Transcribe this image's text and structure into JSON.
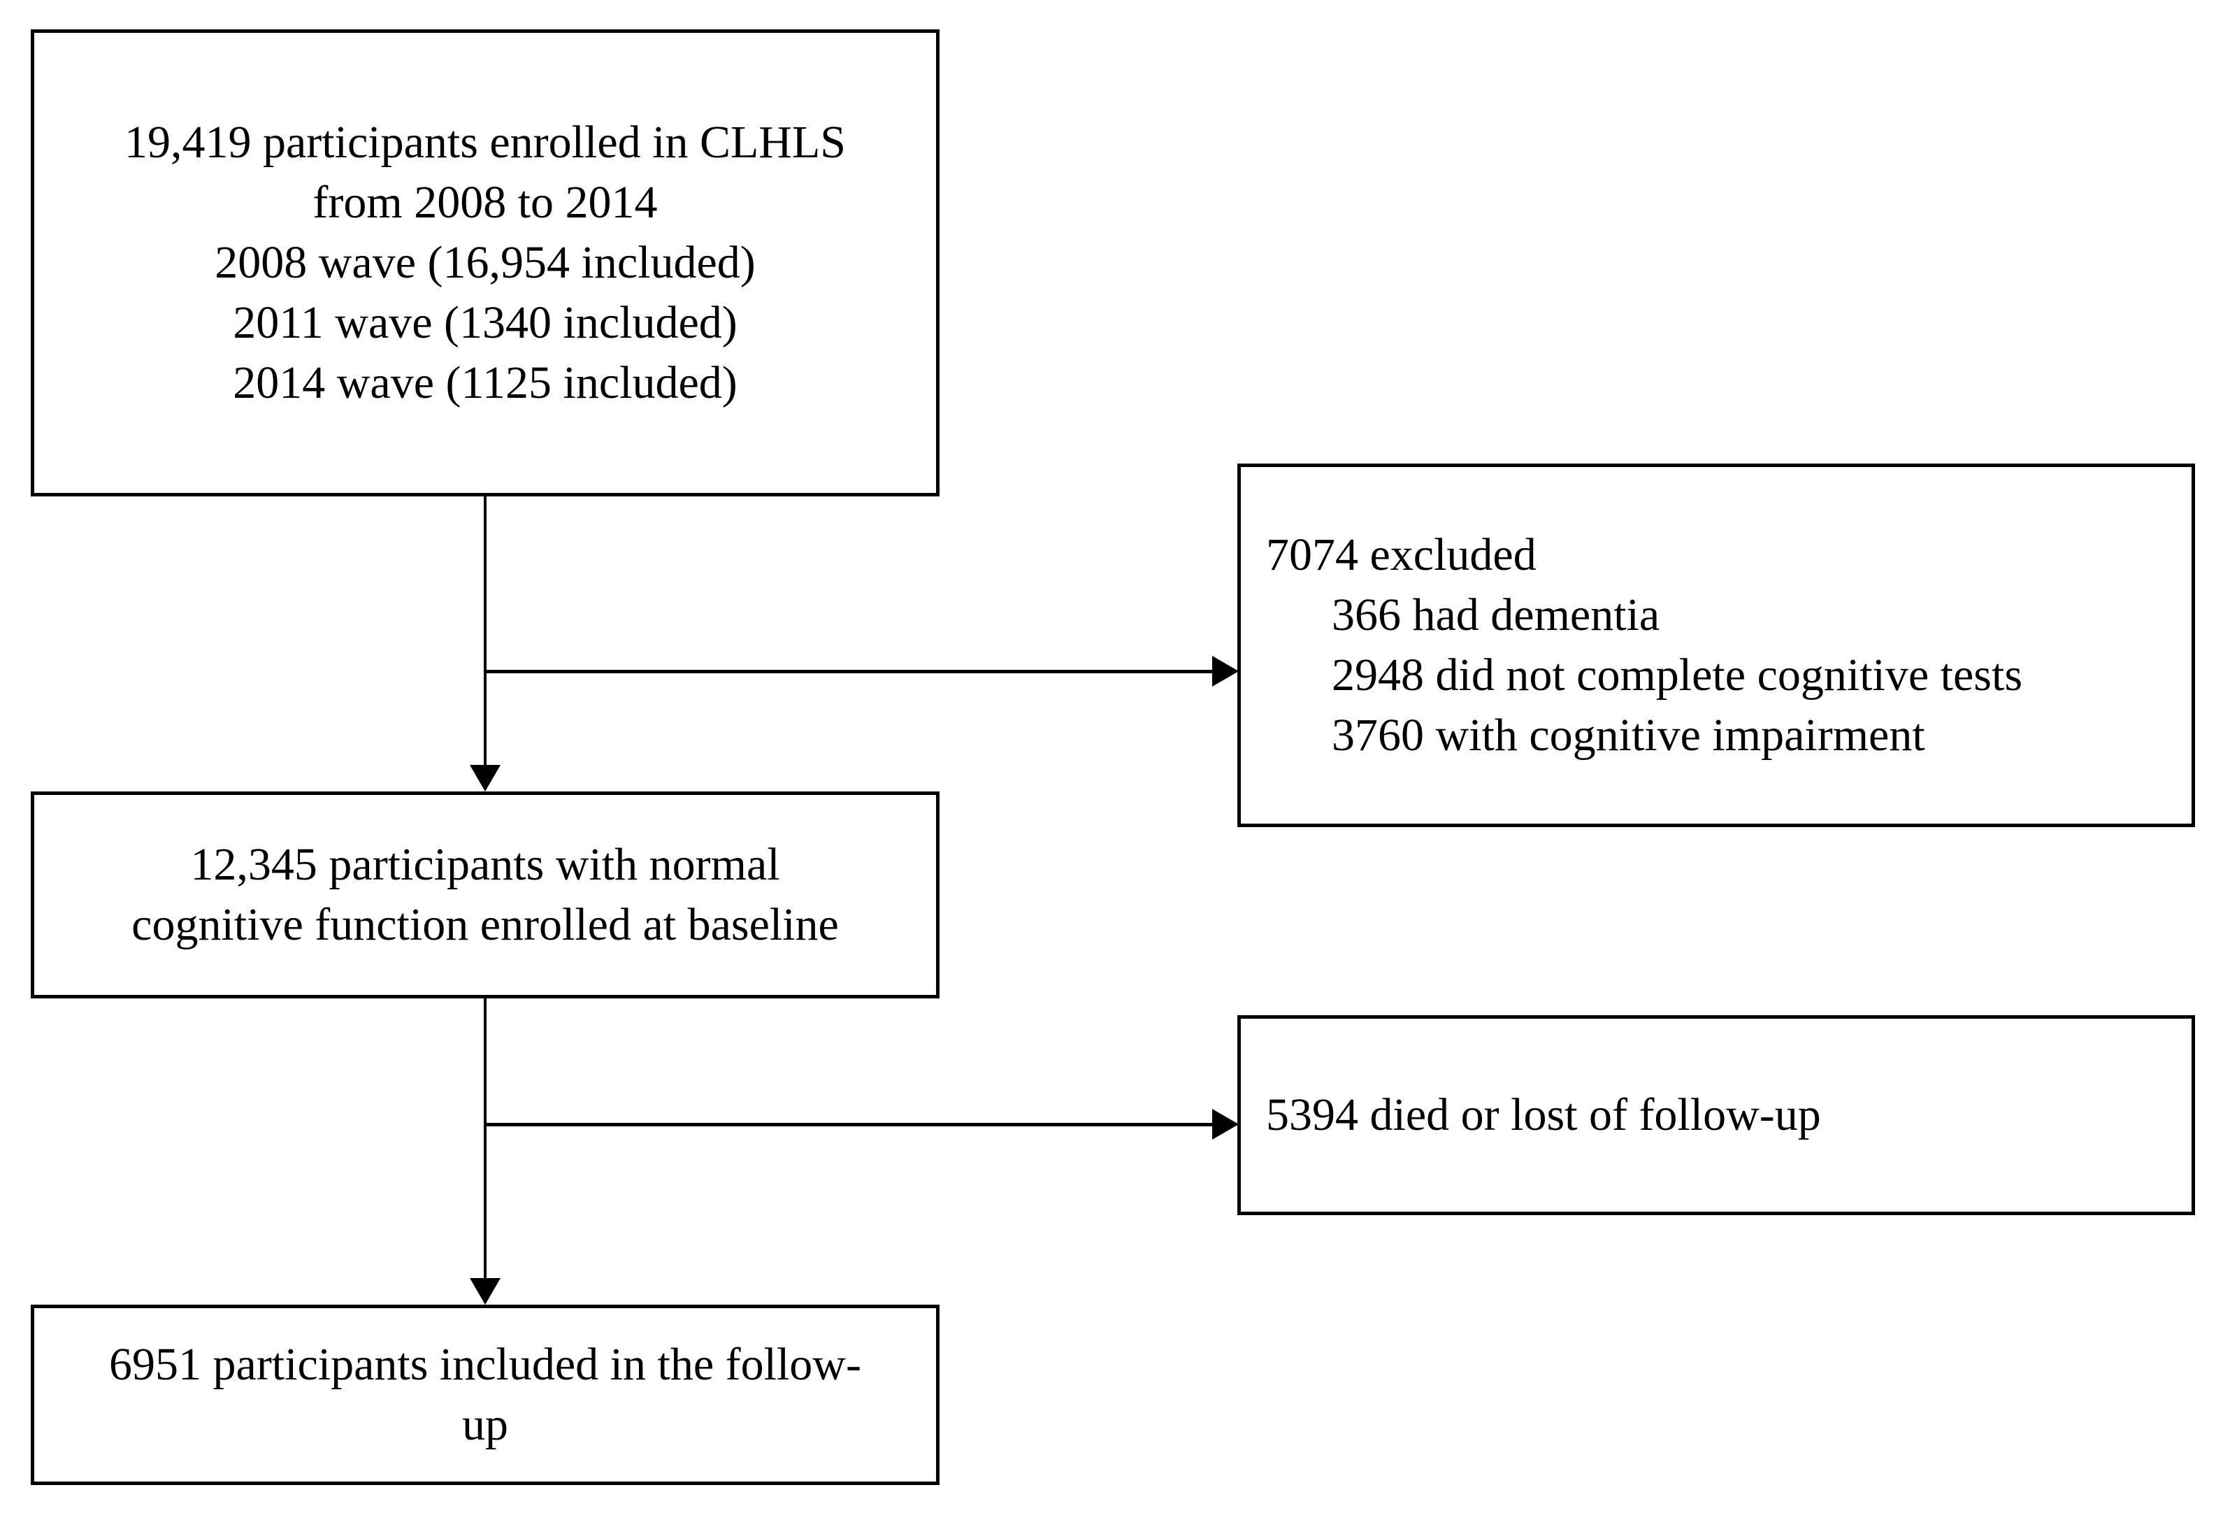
{
  "diagram": {
    "colors": {
      "background": "#ffffff",
      "box_border": "#000000",
      "text": "#000000",
      "connector": "#000000"
    },
    "boxes": {
      "enrolled": {
        "lines": [
          "19,419 participants enrolled in CLHLS",
          "from 2008 to 2014",
          "2008 wave (16,954 included)",
          "2011 wave (1340 included)",
          "2014 wave (1125 included)"
        ]
      },
      "excluded": {
        "lines": [
          "7074 excluded",
          "366 had dementia",
          "2948 did not complete cognitive tests",
          "3760 with cognitive impairment"
        ]
      },
      "baseline": {
        "lines": [
          "12,345 participants with normal",
          "cognitive function enrolled at baseline"
        ]
      },
      "died_lost": {
        "lines": [
          "5394 died or lost of follow-up"
        ]
      },
      "followup": {
        "lines": [
          "6951 participants included in the follow-",
          "up"
        ]
      }
    }
  }
}
